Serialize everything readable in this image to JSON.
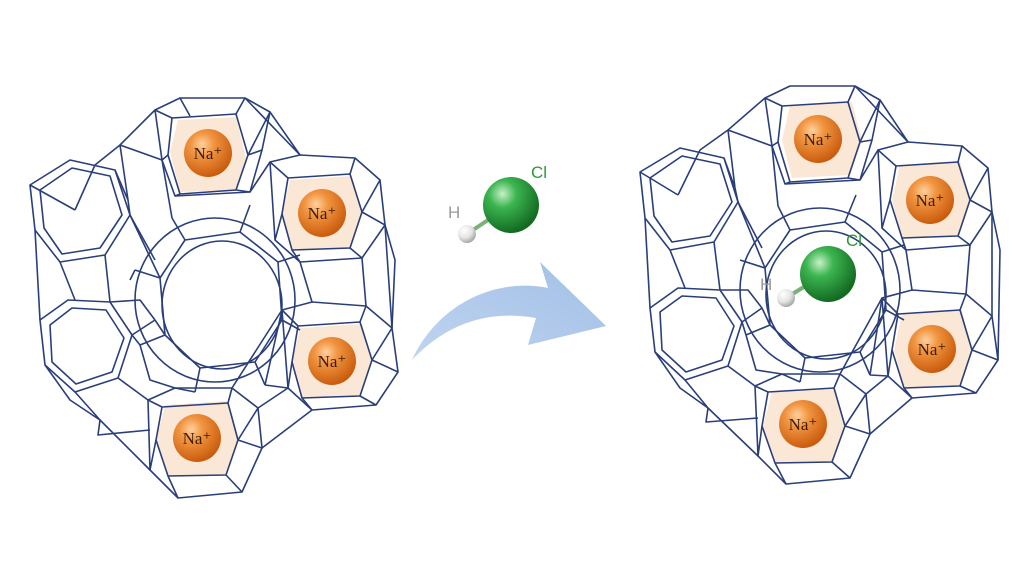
{
  "figure": {
    "left_structure": {
      "cations": [
        {
          "label": "Na⁺"
        },
        {
          "label": "Na⁺"
        },
        {
          "label": "Na⁺"
        },
        {
          "label": "Na⁺"
        }
      ]
    },
    "molecule": {
      "atoms": [
        {
          "label": "H"
        },
        {
          "label": "Cl"
        }
      ]
    },
    "right_structure": {
      "cations": [
        {
          "label": "Na⁺"
        },
        {
          "label": "Na⁺"
        },
        {
          "label": "Na⁺"
        },
        {
          "label": "Na⁺"
        }
      ],
      "adsorbed_atoms": [
        {
          "label": "H"
        },
        {
          "label": "Cl"
        }
      ]
    },
    "colors": {
      "framework": "#2a3f7a",
      "sodium": "#e87a1e",
      "sodium_halo": "#fbe7d4",
      "chlorine": "#1f9a3a",
      "chlorine_label": "#2b9a3a",
      "hydrogen": "#e6e6e6",
      "hydrogen_label": "#9a9a9a",
      "arrow": "#a9c4e8"
    },
    "icons": [
      "zeolite-framework",
      "sodium-cation",
      "hcl-molecule",
      "curved-arrow"
    ]
  }
}
